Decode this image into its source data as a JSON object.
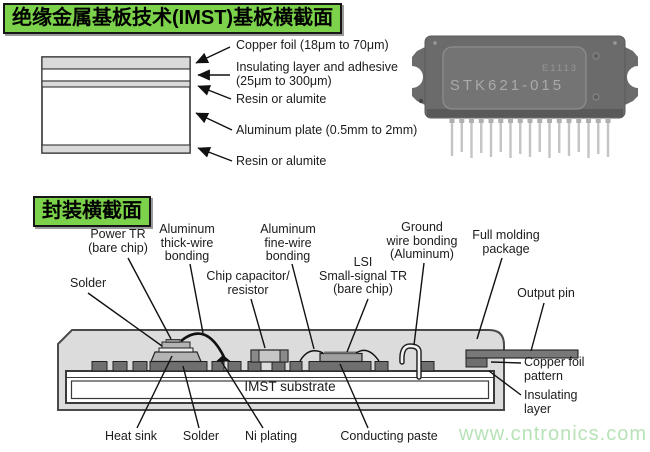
{
  "sections": {
    "board": {
      "title": "绝缘金属基板技术(IMST)基板横截面",
      "labels": {
        "copper_foil": "Copper foil (18μm to 70μm)",
        "insulating": [
          "Insulating layer and adhesive",
          "(25μm to 300μm)"
        ],
        "resin_top": "Resin or alumite",
        "aluminum_plate": "Aluminum plate (0.5mm to 2mm)",
        "resin_bottom": "Resin or alumite"
      },
      "photo": {
        "part_number": "STK621-015",
        "date_code": "E1113"
      }
    },
    "package": {
      "title": "封装横截面",
      "labels": {
        "solder_top": "Solder",
        "power_tr": [
          "Power TR",
          "(bare chip)"
        ],
        "al_thick": [
          "Aluminum",
          "thick-wire",
          "bonding"
        ],
        "al_fine": [
          "Aluminum",
          "fine-wire",
          "bonding"
        ],
        "chip_cap": [
          "Chip capacitor/",
          "resistor"
        ],
        "lsi": [
          "LSI",
          "Small-signal TR",
          "(bare chip)"
        ],
        "ground": [
          "Ground",
          "wire bonding",
          "(Aluminum)"
        ],
        "full_molding": [
          "Full molding",
          "package"
        ],
        "output_pin": "Output pin",
        "copper_pattern": [
          "Copper foil",
          "pattern"
        ],
        "insulating_layer": [
          "Insulating",
          "layer"
        ],
        "imst_substrate": "IMST substrate",
        "heat_sink": "Heat sink",
        "solder_bottom": "Solder",
        "ni_plating": "Ni plating",
        "conducting_paste": "Conducting paste"
      }
    }
  },
  "watermark": "www.cntronics.com",
  "colors": {
    "title_bg": "#7cd24a",
    "watermark_green": "#b7e3b7"
  }
}
